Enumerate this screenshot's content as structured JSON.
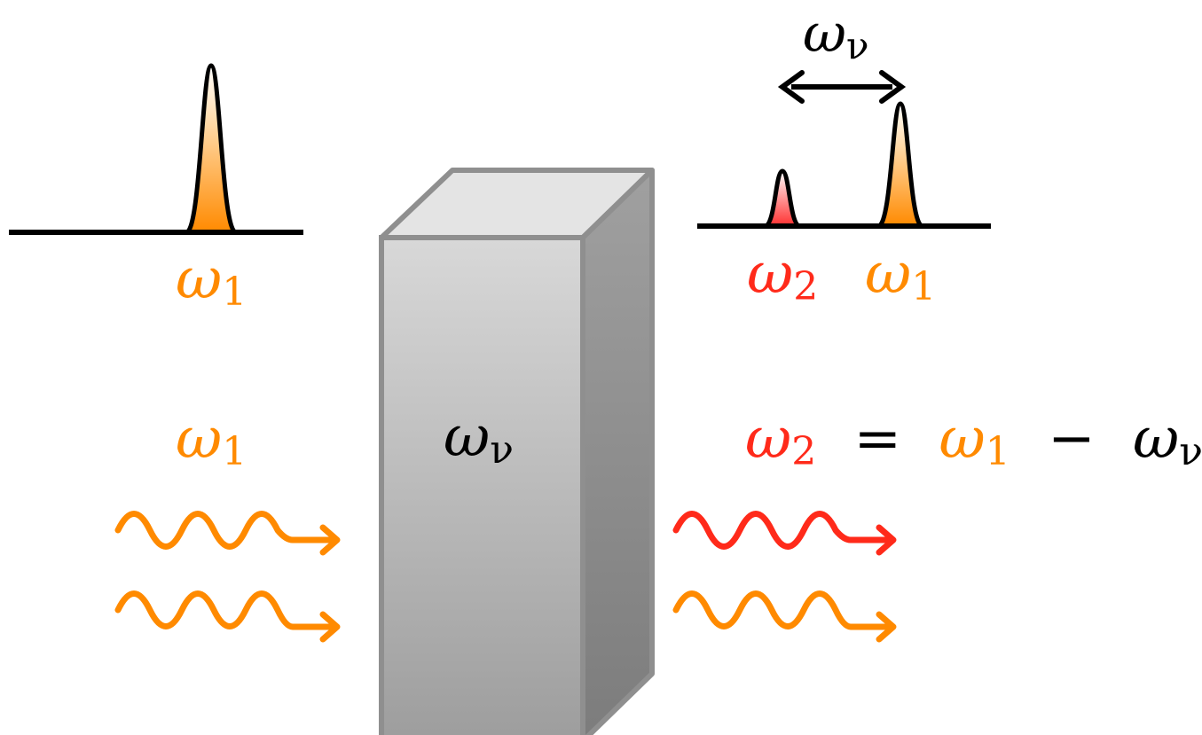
{
  "colors": {
    "input": "#ff8a00",
    "scattered": "#ff2a1a",
    "ink": "#000000",
    "box_front_top": "#d8d8d8",
    "box_front_bottom": "#9c9c9c",
    "box_top": "#e6e6e6",
    "box_side": "#8a8a8a",
    "box_edge": "#8f8f8f"
  },
  "left_spectrum": {
    "peak_label": {
      "symbol": "ω",
      "sub": "1"
    }
  },
  "right_spectrum": {
    "peak_labels": [
      {
        "symbol": "ω",
        "sub": "2"
      },
      {
        "symbol": "ω",
        "sub": "1"
      }
    ],
    "separation_label": {
      "symbol": "ω",
      "sub": "ν"
    }
  },
  "input_beam_label": {
    "symbol": "ω",
    "sub": "1"
  },
  "medium_label": {
    "symbol": "ω",
    "sub": "ν"
  },
  "equation": {
    "lhs": {
      "symbol": "ω",
      "sub": "2"
    },
    "eq": "=",
    "term1": {
      "symbol": "ω",
      "sub": "1"
    },
    "minus": "−",
    "term2": {
      "symbol": "ω",
      "sub": "ν"
    }
  },
  "icons": {
    "incoming_wave": "wavy-arrow-icon",
    "outgoing_wave": "wavy-arrow-icon",
    "separation_arrow": "double-arrow-icon"
  }
}
